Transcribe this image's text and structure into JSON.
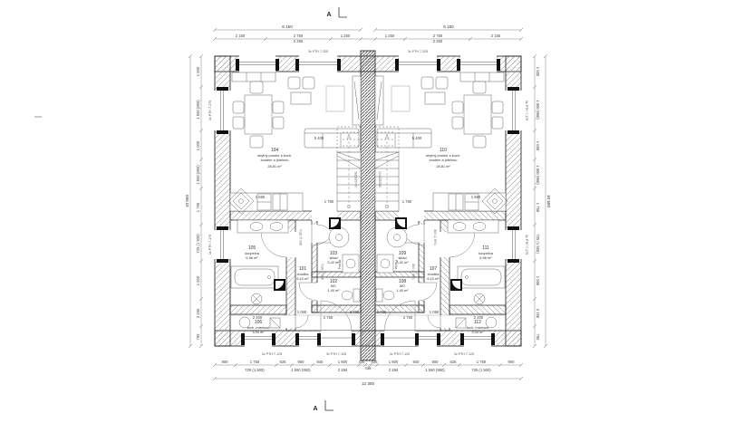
{
  "drawing": {
    "section_mark": "A",
    "rooms": {
      "r104": {
        "num": "104",
        "name1": "obytný prostor s kuch.",
        "name2": "koutem a jídelnou",
        "area": "28,81 m²"
      },
      "r110": {
        "num": "110",
        "name1": "obytný prostor s kuch.",
        "name2": "koutem a jídelnou",
        "area": "28,81 m²"
      },
      "r105": {
        "num": "105",
        "name": "koupelna",
        "area": "6,96 m²"
      },
      "r111": {
        "num": "111",
        "name": "koupelna",
        "area": "6,96 m²"
      },
      "r101": {
        "num": "101",
        "name": "chodba",
        "area": "6,10 m²"
      },
      "r107": {
        "num": "107",
        "name": "chodba",
        "area": "6,10 m²"
      },
      "r103": {
        "num": "103",
        "name": "sklad",
        "area": "3,42 m²"
      },
      "r109": {
        "num": "109",
        "name": "sklad",
        "area": "3,42 m²"
      },
      "r102": {
        "num": "102",
        "name": "WC",
        "area": "1,40 m²"
      },
      "r108": {
        "num": "108",
        "name": "WC",
        "area": "1,40 m²"
      },
      "r106": {
        "num": "106",
        "name": "tech. místnost",
        "area": "3,04 m²"
      },
      "r112": {
        "num": "112",
        "name": "tech. místnost",
        "area": "3,04 m²"
      }
    },
    "fixtures": {
      "washer": "Pračka"
    },
    "dims": {
      "top_total": "6 150",
      "top_segs": [
        "2 150",
        "2 750",
        "1 250"
      ],
      "top_sub": "2 250",
      "bottom_row": [
        "900",
        "1 750",
        "625",
        "900",
        "940",
        "1 800"
      ],
      "bottom_center": [
        "425",
        "438",
        "425"
      ],
      "bottom_sub": [
        "725 (1 500)",
        "1 550 (950)",
        "2 250"
      ],
      "bottom_total": "12 300",
      "side_segs": [
        "1 500",
        "1 500 (850)",
        "1 000",
        "1 500 (850)",
        "1 750",
        "725 (1 500)",
        "1 000",
        "2 150",
        "750"
      ],
      "side_total": "10 550",
      "living": "5 400",
      "stair": "1 760",
      "kitchen": "1 660",
      "row_inner": [
        "2 400",
        "1 050",
        "2 750",
        "1 700"
      ],
      "door_tag": "800 (1 970)",
      "stair_note": "10×187/250"
    },
    "lintels": {
      "top": "3x PTH 7-325",
      "side": "3x PTH 7-175",
      "bottom": "3x PTH 7-125"
    }
  }
}
